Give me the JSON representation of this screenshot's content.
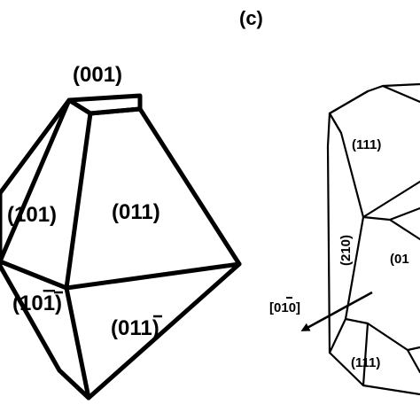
{
  "panel_label": "(c)",
  "crystal_left": {
    "faces": {
      "top": "(001)",
      "upper_left": "(101)",
      "upper_right": "(011)",
      "lower_left": "(10",
      "lower_left_bar": "1",
      "lower_left_close": ")",
      "lower_right": "(01",
      "lower_right_bar": "1",
      "lower_right_close": ")"
    }
  },
  "crystal_right": {
    "faces": {
      "top": "(111)",
      "side": "(210)",
      "center": "(01",
      "bottom": "(111)"
    },
    "direction": {
      "open": "[0",
      "bar": "1",
      "close": "0]"
    }
  }
}
